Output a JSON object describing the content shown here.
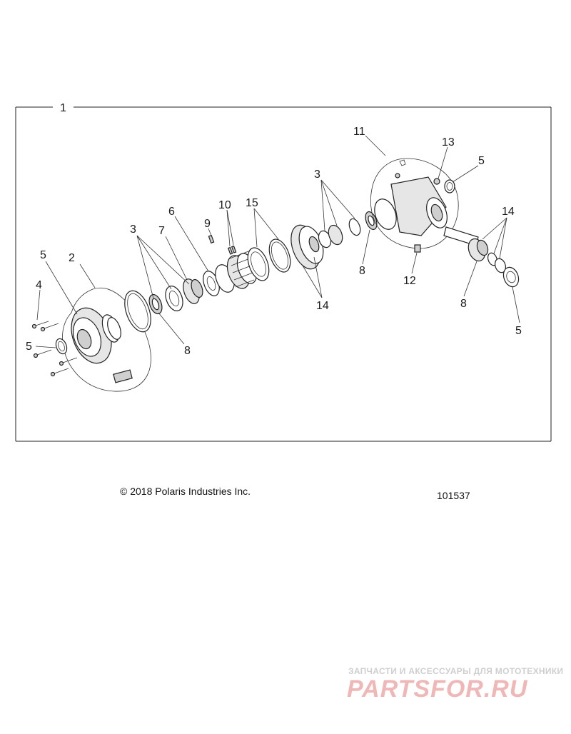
{
  "diagram": {
    "callouts": {
      "c1": "1",
      "c2": "2",
      "c3a": "3",
      "c3b": "3",
      "c4": "4",
      "c5a": "5",
      "c5b": "5",
      "c5c": "5",
      "c5d": "5",
      "c6": "6",
      "c7": "7",
      "c8a": "8",
      "c8b": "8",
      "c8c": "8",
      "c9": "9",
      "c10": "10",
      "c11": "11",
      "c12": "12",
      "c13": "13",
      "c14a": "14",
      "c14b": "14",
      "c15": "15"
    },
    "copyright": "© 2018 Polaris Industries Inc.",
    "figure_number": "101537"
  },
  "watermark": {
    "tagline": "ЗАПЧАСТИ И АКСЕССУАРЫ ДЛЯ МОТОТЕХНИКИ",
    "logo": "PARTSFOR.RU"
  }
}
